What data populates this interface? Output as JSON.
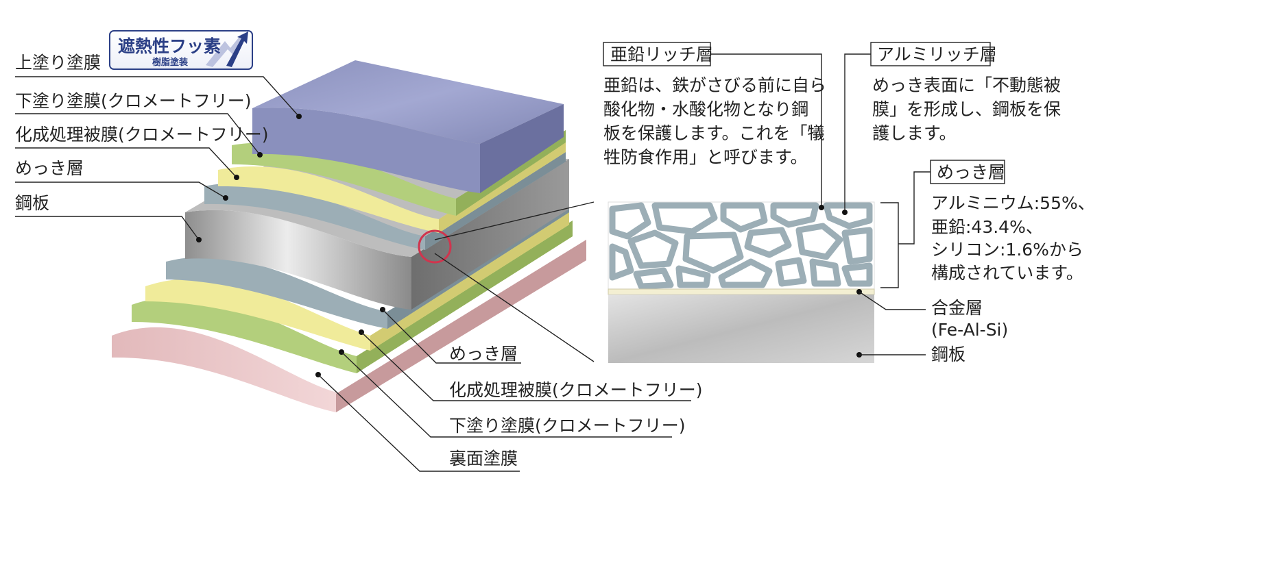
{
  "badge": {
    "title": "遮熱性フッ素",
    "subtitle": "樹脂塗装"
  },
  "left_labels": {
    "top_coat": "上塗り塗膜",
    "under_coat": "下塗り塗膜(クロメートフリー)",
    "chemical_film": "化成処理被膜(クロメートフリー)",
    "plating": "めっき層",
    "steel": "鋼板"
  },
  "bottom_labels": {
    "plating": "めっき層",
    "chemical_film": "化成処理被膜(クロメートフリー)",
    "under_coat": "下塗り塗膜(クロメートフリー)",
    "back_coat": "裏面塗膜"
  },
  "zinc": {
    "title": "亜鉛リッチ層",
    "lines": [
      "亜鉛は、鉄がさびる前に自ら",
      "酸化物・水酸化物となり鋼",
      "板を保護します。これを「犠",
      "牲防食作用」と呼びます。"
    ]
  },
  "alumi": {
    "title": "アルミリッチ層",
    "lines": [
      "めっき表面に「不動態被",
      "膜」を形成し、鋼板を保",
      "護します。"
    ]
  },
  "plating_detail": {
    "title": "めっき層",
    "lines": [
      "アルミニウム:55%、",
      "亜鉛:43.4%、",
      "シリコン:1.6%から",
      "構成されています。"
    ]
  },
  "alloy": {
    "lines": [
      "合金層",
      "(Fe-Al-Si)"
    ]
  },
  "steel_right": "鋼板",
  "colors": {
    "top_coat": "#9198c2",
    "under_coat": "#b3cf7c",
    "chemical_film": "#f0eb9a",
    "plating": "#9caeb6",
    "steel": "#c8c8c8",
    "back_coat": "#e7c4c6",
    "highlight_circle": "#d0354e",
    "badge": "#2b3f86"
  }
}
